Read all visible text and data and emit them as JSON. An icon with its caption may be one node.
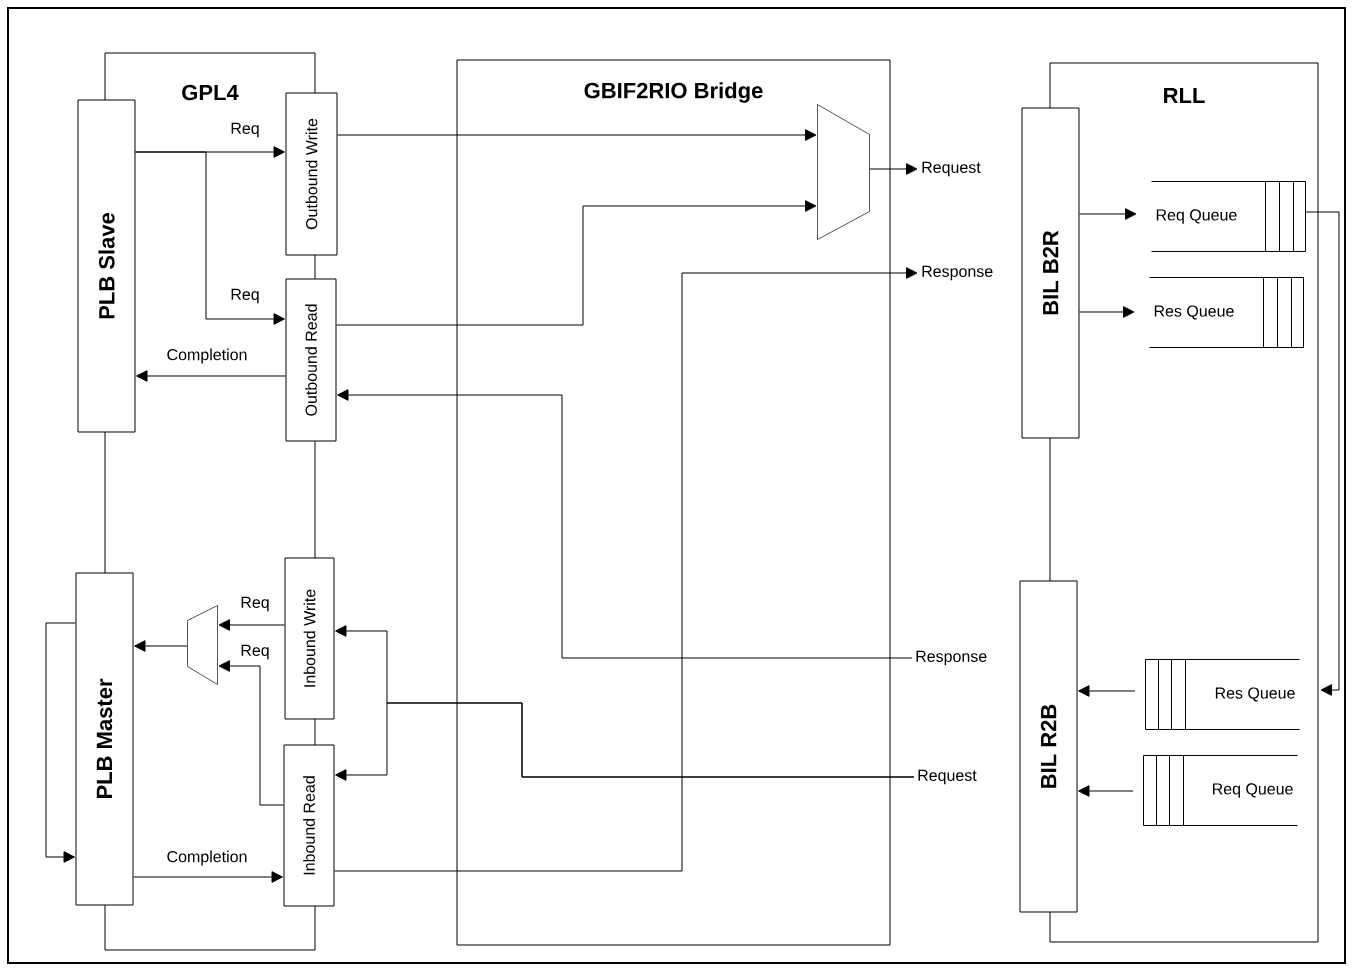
{
  "diagram": {
    "nodes": [
      {
        "text": [
          "GPL4"
        ]
      },
      {
        "text": [
          "PLB Slave"
        ]
      },
      {
        "text": [
          "Outbound Write"
        ]
      },
      {
        "text": [
          "Outbound Read"
        ]
      },
      {
        "text": [
          "PLB Master"
        ]
      },
      {
        "text": [
          "Inbound Write"
        ]
      },
      {
        "text": [
          "Inbound Read"
        ]
      },
      {
        "text": [],
        "shape": "trapezoid",
        "in": 0
      },
      {
        "text": [
          "GBIF2RIO Bridge"
        ]
      },
      {
        "text": [],
        "shape": "trapezoid",
        "in": 8
      },
      {
        "text": [
          "Request"
        ]
      },
      {
        "text": [
          "Response"
        ]
      },
      {
        "text": [
          "Response"
        ]
      },
      {
        "text": [
          "Request"
        ]
      },
      {
        "text": [
          "RLL"
        ]
      },
      {
        "text": [
          "BIL B2R"
        ]
      },
      {
        "text": [
          "Req Queue"
        ],
        "in": 14
      },
      {
        "text": [
          "Res Queue"
        ],
        "in": 14
      },
      {
        "text": [
          "BIL R2B"
        ]
      },
      {
        "text": [
          "Res Queue"
        ],
        "in": 14
      },
      {
        "text": [
          "Req Queue"
        ],
        "in": 14
      }
    ],
    "edges": [
      {
        "from": 1,
        "to": 2,
        "arrow": "to",
        "label": "Req"
      },
      {
        "from": 1,
        "to": 3,
        "arrow": "to",
        "label": "Req"
      },
      {
        "from": 3,
        "to": 1,
        "arrow": "to",
        "label": "Completion"
      },
      {
        "from": 2,
        "to": 9,
        "arrow": "to"
      },
      {
        "from": 3,
        "to": 9,
        "arrow": "to"
      },
      {
        "from": 9,
        "to": 10,
        "arrow": "to"
      },
      {
        "from": 6,
        "to": 11,
        "arrow": "to"
      },
      {
        "from": 12,
        "to": 3,
        "arrow": "to"
      },
      {
        "from": 13,
        "to": 5,
        "arrow": "to"
      },
      {
        "from": 13,
        "to": 6,
        "arrow": "to"
      },
      {
        "from": 5,
        "to": 7,
        "arrow": "to",
        "label": "Req"
      },
      {
        "from": 6,
        "to": 7,
        "arrow": "to",
        "label": "Req"
      },
      {
        "from": 7,
        "to": 4,
        "arrow": "to"
      },
      {
        "from": 4,
        "to": 4,
        "arrow": "to"
      },
      {
        "from": 4,
        "to": 6,
        "arrow": "to",
        "label": "Completion"
      },
      {
        "from": 15,
        "to": 16,
        "arrow": "to"
      },
      {
        "from": 15,
        "to": 17,
        "arrow": "to"
      },
      {
        "from": 16,
        "to": 19,
        "arrow": "to"
      },
      {
        "from": 19,
        "to": 18,
        "arrow": "to"
      },
      {
        "from": 20,
        "to": 18,
        "arrow": "to"
      }
    ]
  }
}
